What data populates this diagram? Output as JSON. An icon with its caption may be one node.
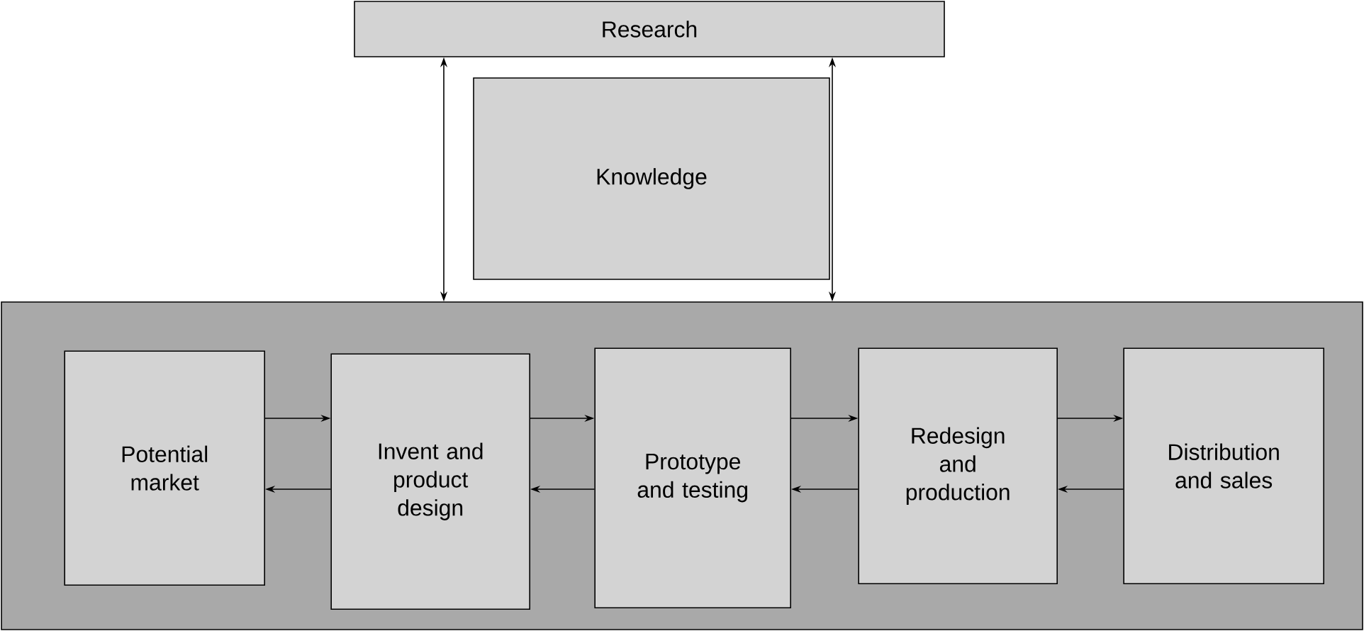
{
  "diagram": {
    "nodes": [
      {
        "text": [
          "Research"
        ]
      },
      {
        "text": [
          "Knowledge"
        ]
      },
      {
        "text": [],
        "shape": "box"
      },
      {
        "text": [
          "Potential market"
        ],
        "in": 2
      },
      {
        "text": [
          "Invent and product design"
        ],
        "in": 2
      },
      {
        "text": [
          "Prototype and testing"
        ],
        "in": 2
      },
      {
        "text": [
          "Redesign and production"
        ],
        "in": 2
      },
      {
        "text": [
          "Distribution and sales"
        ],
        "in": 2
      }
    ],
    "edges": [
      {
        "from": 0,
        "to": 2,
        "arrow": "both"
      },
      {
        "from": 0,
        "to": 2,
        "arrow": "both"
      },
      {
        "from": 3,
        "to": 4,
        "arrow": "to"
      },
      {
        "from": 4,
        "to": 3,
        "arrow": "to"
      },
      {
        "from": 4,
        "to": 5,
        "arrow": "to"
      },
      {
        "from": 5,
        "to": 4,
        "arrow": "to"
      },
      {
        "from": 5,
        "to": 6,
        "arrow": "to"
      },
      {
        "from": 6,
        "to": 5,
        "arrow": "to"
      },
      {
        "from": 6,
        "to": 7,
        "arrow": "to"
      },
      {
        "from": 7,
        "to": 6,
        "arrow": "to"
      }
    ]
  }
}
